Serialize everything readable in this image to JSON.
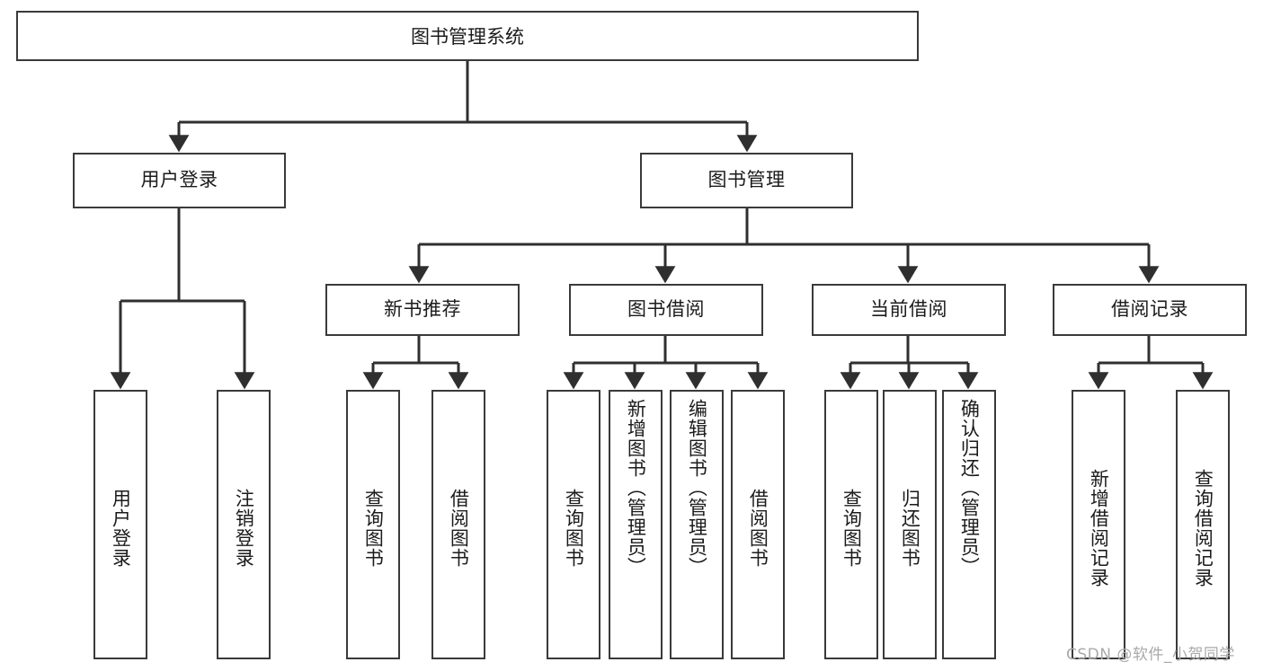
{
  "diagram": {
    "title": "图书管理系统",
    "type": "tree-hierarchy",
    "root": {
      "label": "图书管理系统"
    },
    "level1": [
      {
        "label": "用户登录"
      },
      {
        "label": "图书管理"
      }
    ],
    "level2": [
      {
        "label": "新书推荐"
      },
      {
        "label": "图书借阅"
      },
      {
        "label": "当前借阅"
      },
      {
        "label": "借阅记录"
      }
    ],
    "leaves": {
      "user_login": [
        {
          "label": "用户登录"
        },
        {
          "label": "注销登录"
        }
      ],
      "new_book_recommend": [
        {
          "label": "查询图书"
        },
        {
          "label": "借阅图书"
        }
      ],
      "book_borrow": [
        {
          "label": "查询图书"
        },
        {
          "label": "新增图书（管理员）"
        },
        {
          "label": "编辑图书（管理员）"
        },
        {
          "label": "借阅图书"
        }
      ],
      "current_borrow": [
        {
          "label": "查询图书"
        },
        {
          "label": "归还图书"
        },
        {
          "label": "确认归还（管理员）"
        }
      ],
      "borrow_record": [
        {
          "label": "新增借阅记录"
        },
        {
          "label": "查询借阅记录"
        }
      ]
    }
  },
  "watermark": {
    "text": "CSDN @软件_小贺同学"
  },
  "colors": {
    "box_border": "#3a3a3a",
    "connector": "#2f2f2f",
    "text": "#1b1b1b",
    "background": "#ffffff",
    "watermark": "#a9a9a9"
  }
}
